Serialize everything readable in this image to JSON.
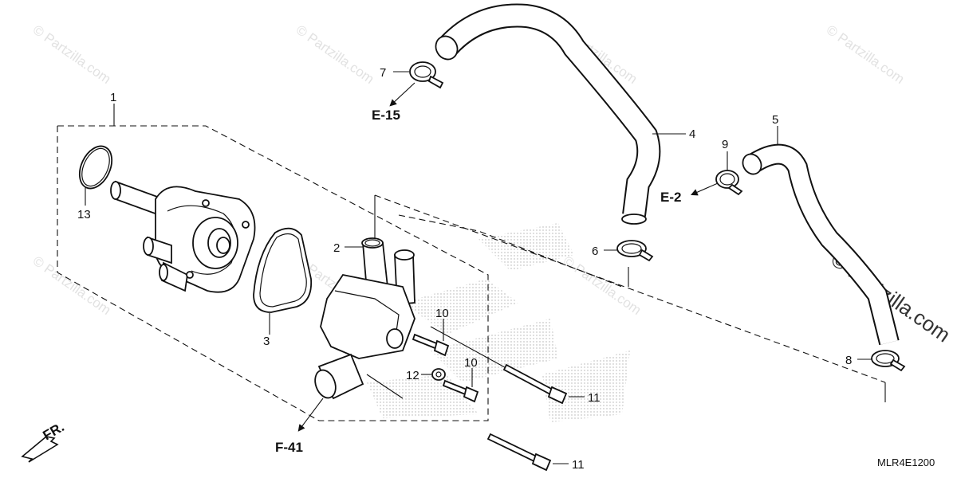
{
  "diagram": {
    "code": "MLR4E1200",
    "front_label": "FR.",
    "watermark": "© Partzilla.com",
    "callouts": [
      {
        "id": "c1",
        "text": "1"
      },
      {
        "id": "c2",
        "text": "2"
      },
      {
        "id": "c3",
        "text": "3"
      },
      {
        "id": "c4",
        "text": "4"
      },
      {
        "id": "c5",
        "text": "5"
      },
      {
        "id": "c6",
        "text": "6"
      },
      {
        "id": "c7",
        "text": "7"
      },
      {
        "id": "c8",
        "text": "8"
      },
      {
        "id": "c9",
        "text": "9"
      },
      {
        "id": "c10a",
        "text": "10"
      },
      {
        "id": "c10b",
        "text": "10"
      },
      {
        "id": "c11a",
        "text": "11"
      },
      {
        "id": "c11b",
        "text": "11"
      },
      {
        "id": "c12",
        "text": "12"
      },
      {
        "id": "c13",
        "text": "13"
      }
    ],
    "references": {
      "e15": "E-15",
      "e2": "E-2",
      "f41": "F-41"
    }
  }
}
